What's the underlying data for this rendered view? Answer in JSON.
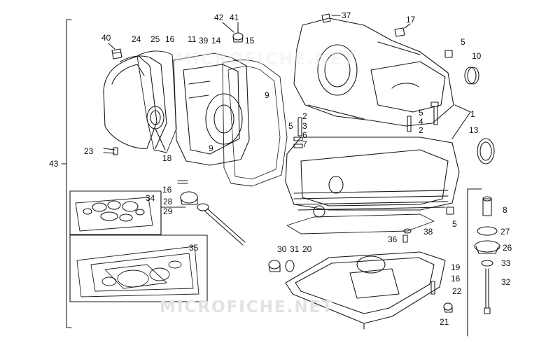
{
  "watermark": "MICROFICHE.NET",
  "callouts": [
    {
      "id": "c43",
      "text": "43"
    },
    {
      "id": "c40",
      "text": "40"
    },
    {
      "id": "c24",
      "text": "24"
    },
    {
      "id": "c25",
      "text": "25"
    },
    {
      "id": "c16a",
      "text": "16"
    },
    {
      "id": "c11",
      "text": "11"
    },
    {
      "id": "c39",
      "text": "39"
    },
    {
      "id": "c14",
      "text": "14"
    },
    {
      "id": "c42",
      "text": "42"
    },
    {
      "id": "c41",
      "text": "41"
    },
    {
      "id": "c15",
      "text": "15"
    },
    {
      "id": "c37",
      "text": "37"
    },
    {
      "id": "c17",
      "text": "17"
    },
    {
      "id": "c5a",
      "text": "5"
    },
    {
      "id": "c10",
      "text": "10"
    },
    {
      "id": "c9a",
      "text": "9"
    },
    {
      "id": "c2a",
      "text": "2"
    },
    {
      "id": "c3a",
      "text": "3"
    },
    {
      "id": "c5b",
      "text": "5"
    },
    {
      "id": "c6",
      "text": "6"
    },
    {
      "id": "c7",
      "text": "7"
    },
    {
      "id": "c5c",
      "text": "5"
    },
    {
      "id": "c4",
      "text": "4"
    },
    {
      "id": "c2b",
      "text": "2"
    },
    {
      "id": "c1",
      "text": "1"
    },
    {
      "id": "c13",
      "text": "13"
    },
    {
      "id": "c23",
      "text": "23"
    },
    {
      "id": "c18",
      "text": "18"
    },
    {
      "id": "c9b",
      "text": "9"
    },
    {
      "id": "c16b",
      "text": "16"
    },
    {
      "id": "c34",
      "text": "34"
    },
    {
      "id": "c28",
      "text": "28"
    },
    {
      "id": "c29",
      "text": "29"
    },
    {
      "id": "c8",
      "text": "8"
    },
    {
      "id": "c5d",
      "text": "5"
    },
    {
      "id": "c27",
      "text": "27"
    },
    {
      "id": "c38",
      "text": "38"
    },
    {
      "id": "c36",
      "text": "36"
    },
    {
      "id": "c26",
      "text": "26"
    },
    {
      "id": "c35",
      "text": "35"
    },
    {
      "id": "c30",
      "text": "30"
    },
    {
      "id": "c31",
      "text": "31"
    },
    {
      "id": "c20",
      "text": "20"
    },
    {
      "id": "c33",
      "text": "33"
    },
    {
      "id": "c19",
      "text": "19"
    },
    {
      "id": "c16c",
      "text": "16"
    },
    {
      "id": "c32",
      "text": "32"
    },
    {
      "id": "c22",
      "text": "22"
    },
    {
      "id": "c21",
      "text": "21"
    }
  ]
}
